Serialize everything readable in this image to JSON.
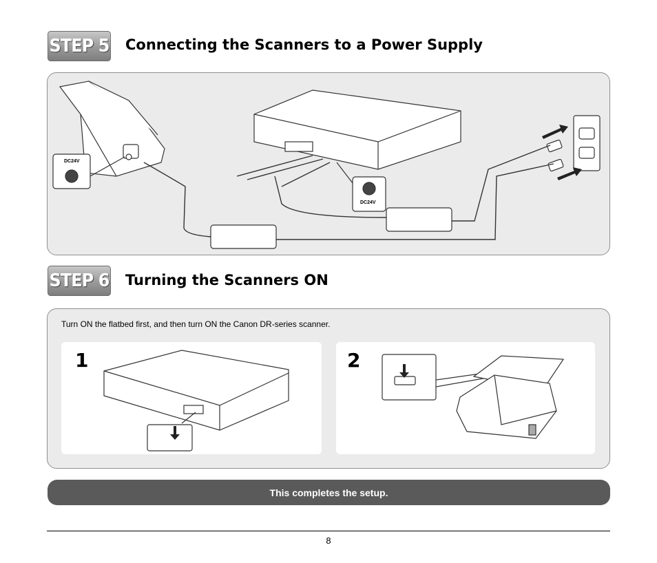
{
  "step5": {
    "badge": "STEP 5",
    "title": "Connecting the Scanners to a Power Supply",
    "label_left": "DC24V",
    "label_right": "DC24V"
  },
  "step6": {
    "badge": "STEP 6",
    "title": "Turning the Scanners ON",
    "instruction": "Turn ON the flatbed first, and then turn ON the Canon DR-series scanner.",
    "panel1_number": "1",
    "panel2_number": "2"
  },
  "footer": {
    "message": "This completes the setup."
  },
  "page": {
    "number": "8"
  }
}
